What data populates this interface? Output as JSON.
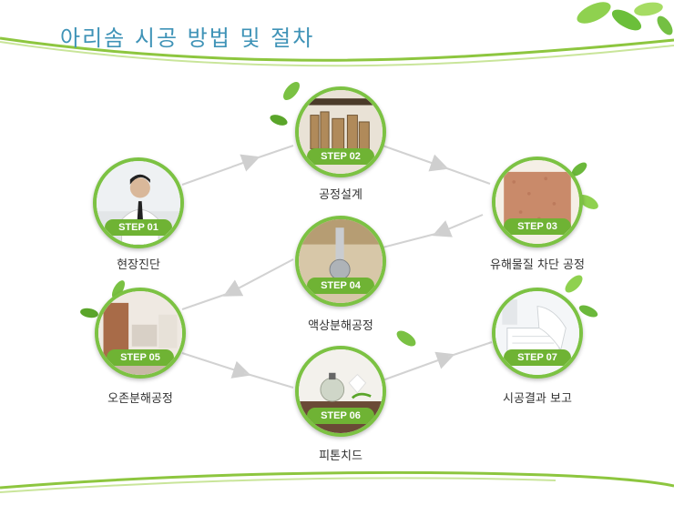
{
  "title": "아리솜 시공 방법 및 절차",
  "steps": [
    {
      "badge": "STEP 01",
      "label": "현장진단"
    },
    {
      "badge": "STEP 02",
      "label": "공정설계"
    },
    {
      "badge": "STEP 03",
      "label": "유해물질 차단 공정"
    },
    {
      "badge": "STEP 04",
      "label": "액상분해공정"
    },
    {
      "badge": "STEP 05",
      "label": "오존분해공정"
    },
    {
      "badge": "STEP 06",
      "label": "피톤치드"
    },
    {
      "badge": "STEP 07",
      "label": "시공결과 보고"
    }
  ],
  "colors": {
    "accent": "#7cc243",
    "title": "#3f93b7",
    "arrow": "#d0d0d0"
  }
}
